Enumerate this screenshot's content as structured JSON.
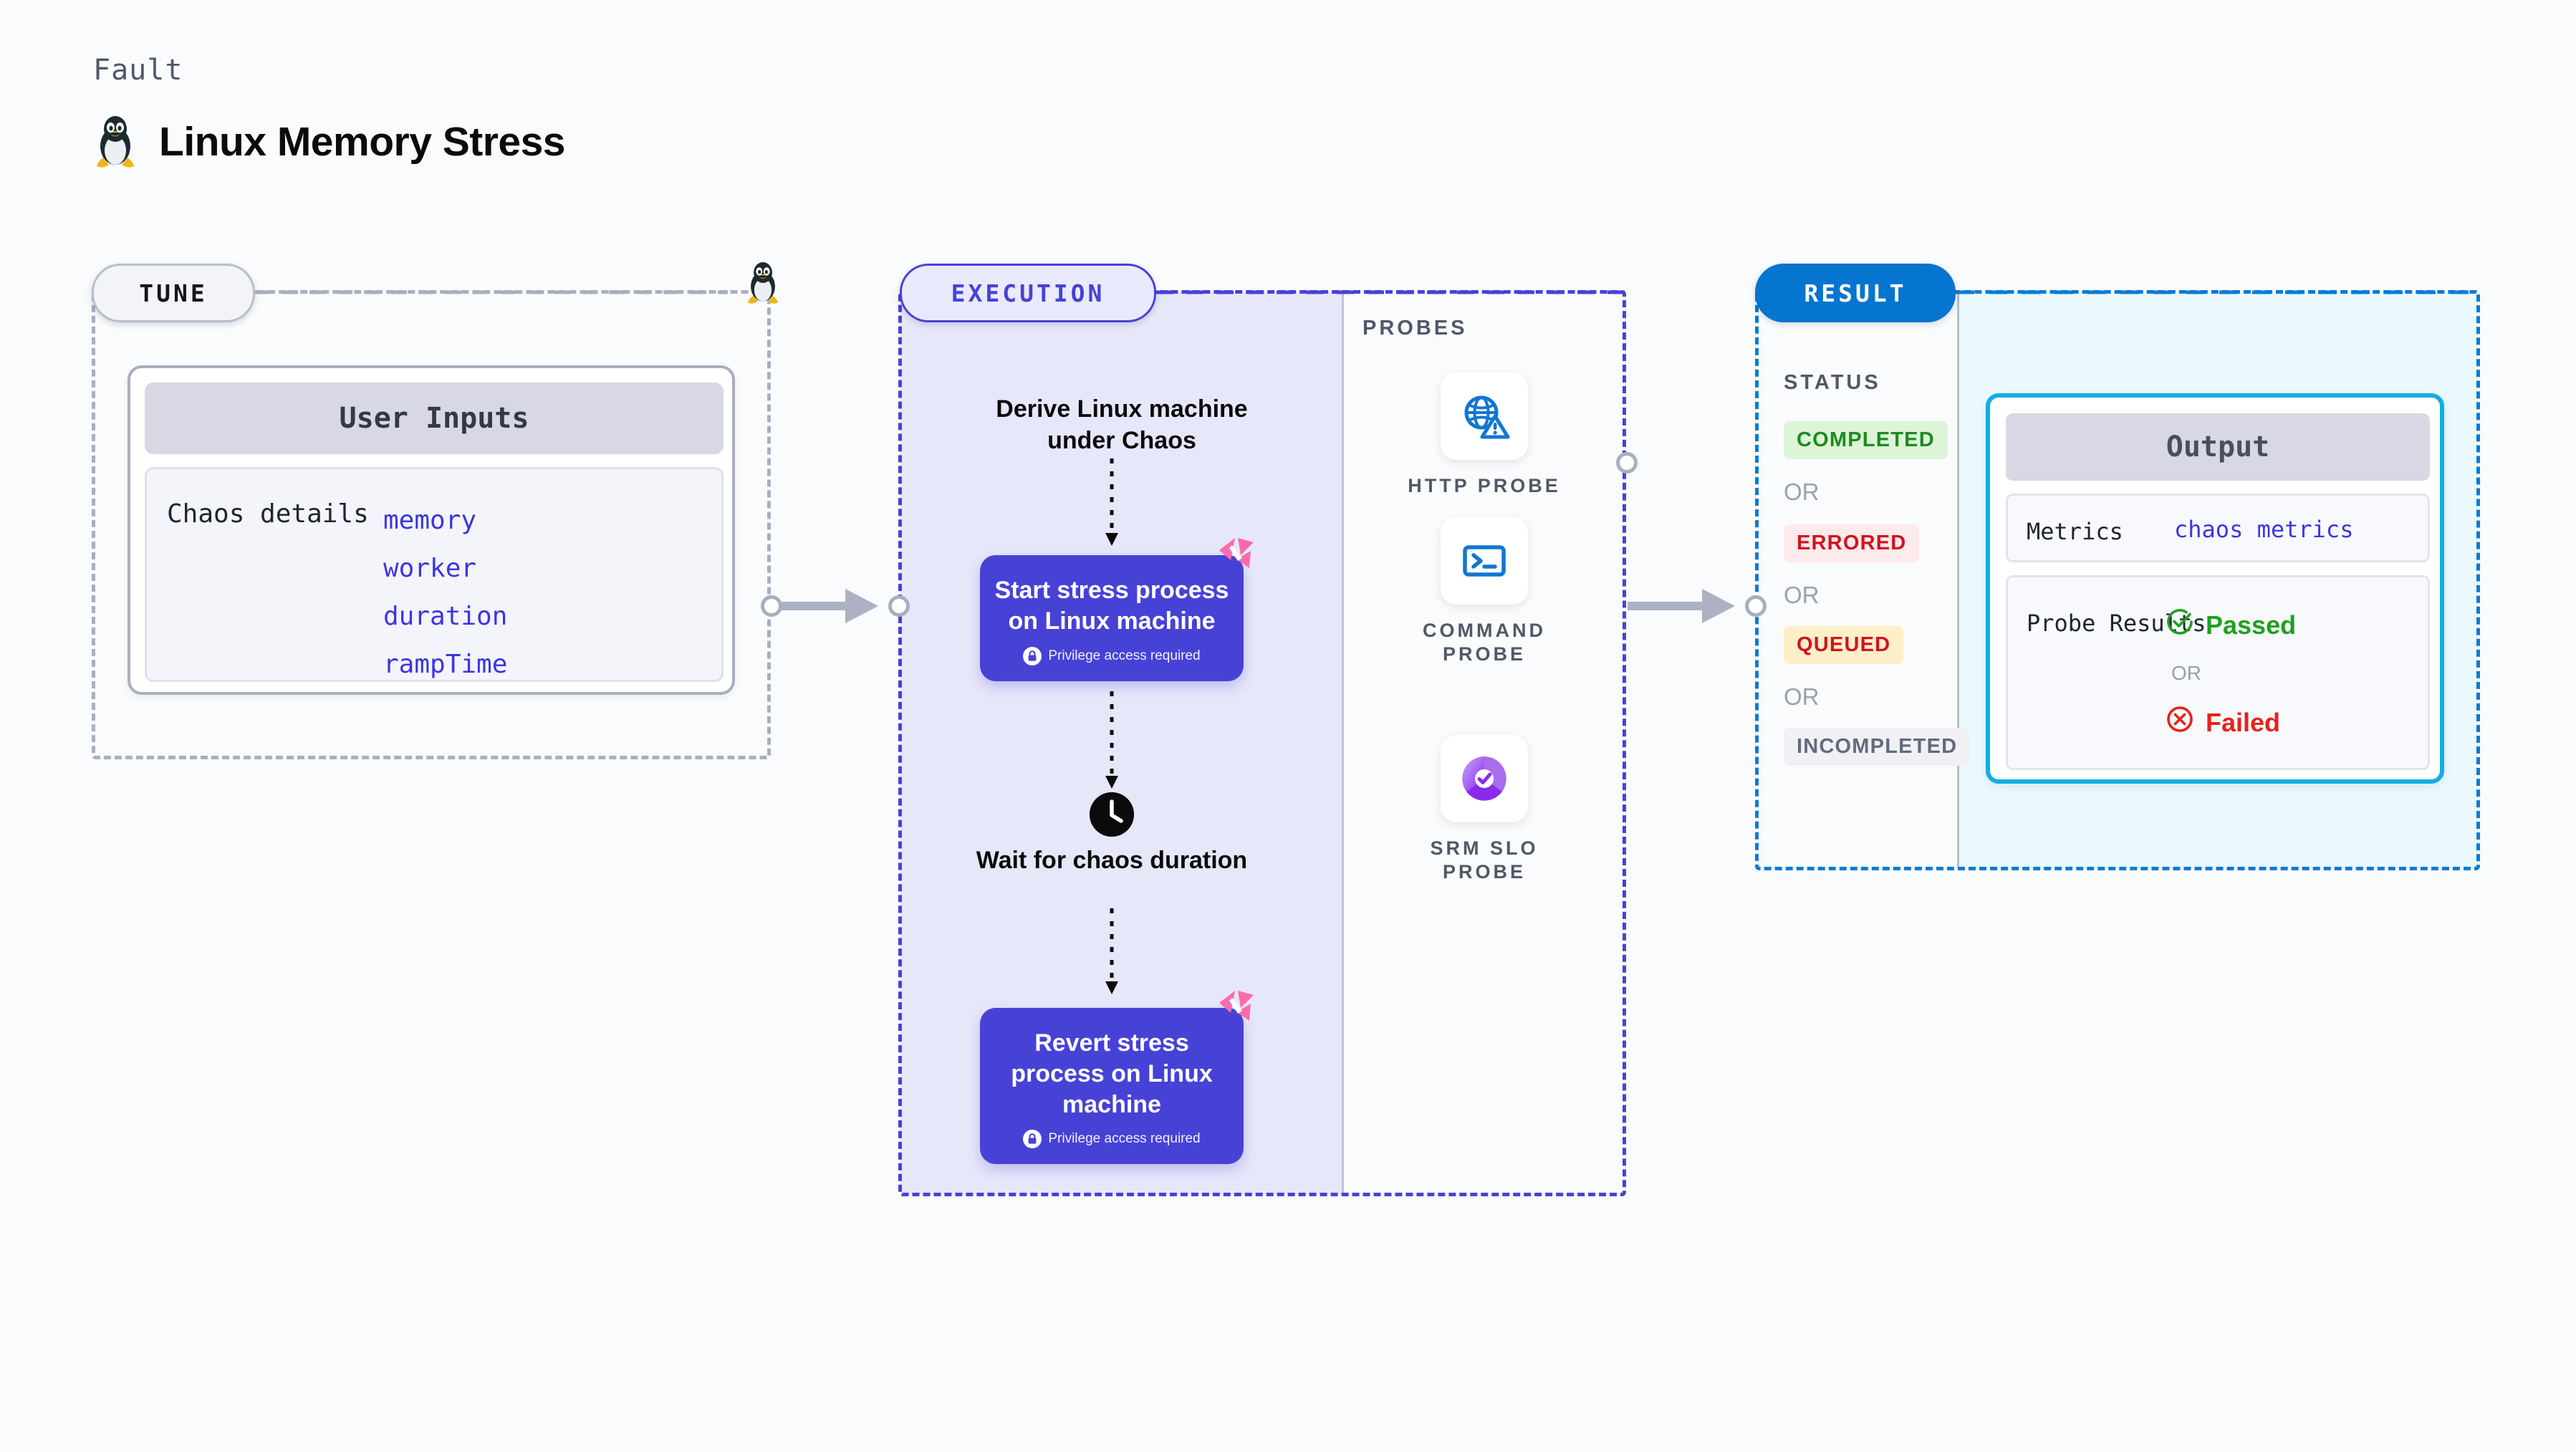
{
  "header": {
    "eyebrow": "Fault",
    "title": "Linux Memory Stress",
    "icon": "linux-penguin-icon"
  },
  "tune": {
    "badge": "TUNE",
    "corner_icon": "linux-penguin-icon",
    "card": {
      "header": "User Inputs",
      "row_label": "Chaos details",
      "params": [
        "memory",
        "worker",
        "duration",
        "rampTime"
      ]
    }
  },
  "execution": {
    "badge": "EXECUTION",
    "steps": [
      {
        "type": "caption",
        "text": "Derive Linux machine under Chaos"
      },
      {
        "type": "box",
        "title": "Start stress process on Linux machine",
        "note": "Privilege access required",
        "note_icon": "lock-icon",
        "corner_icon": "harness-logo-icon"
      },
      {
        "type": "caption",
        "text": "Wait for chaos duration",
        "icon": "clock-icon"
      },
      {
        "type": "box",
        "title": "Revert stress process on Linux machine",
        "note": "Privilege access required",
        "note_icon": "lock-icon",
        "corner_icon": "harness-logo-icon"
      }
    ]
  },
  "probes": {
    "label": "PROBES",
    "items": [
      {
        "name": "HTTP PROBE",
        "icon": "globe-warning-icon"
      },
      {
        "name": "COMMAND PROBE",
        "icon": "terminal-icon"
      },
      {
        "name": "SRM SLO PROBE",
        "icon": "srm-slo-donut-check-icon"
      }
    ]
  },
  "result": {
    "badge": "RESULT",
    "status_label": "STATUS",
    "or_text": "OR",
    "statuses": [
      {
        "text": "COMPLETED",
        "bg": "#dcf5d9",
        "fg": "#1f8a1f"
      },
      {
        "text": "ERRORED",
        "bg": "#fdeaea",
        "fg": "#cf1322"
      },
      {
        "text": "QUEUED",
        "bg": "#fdf0c8",
        "fg": "#cf1322"
      },
      {
        "text": "INCOMPLETED",
        "bg": "#f0f0f5",
        "fg": "#646a7d"
      }
    ],
    "output": {
      "header": "Output",
      "metrics_key": "Metrics",
      "metrics_value": "chaos metrics",
      "probe_key": "Probe Results",
      "passed": "Passed",
      "failed": "Failed",
      "or_text": "OR",
      "passed_icon": "check-circle-icon",
      "failed_icon": "x-circle-icon"
    }
  },
  "colors": {
    "tune_border": "#a9aebf",
    "execution_accent": "#4742d6",
    "result_accent": "#0575cf",
    "output_border": "#12ade4",
    "harness_pink": "#fa6caa",
    "param_blue": "#3b36e0",
    "passed_green": "#1fa01f",
    "failed_red": "#e5231b"
  }
}
